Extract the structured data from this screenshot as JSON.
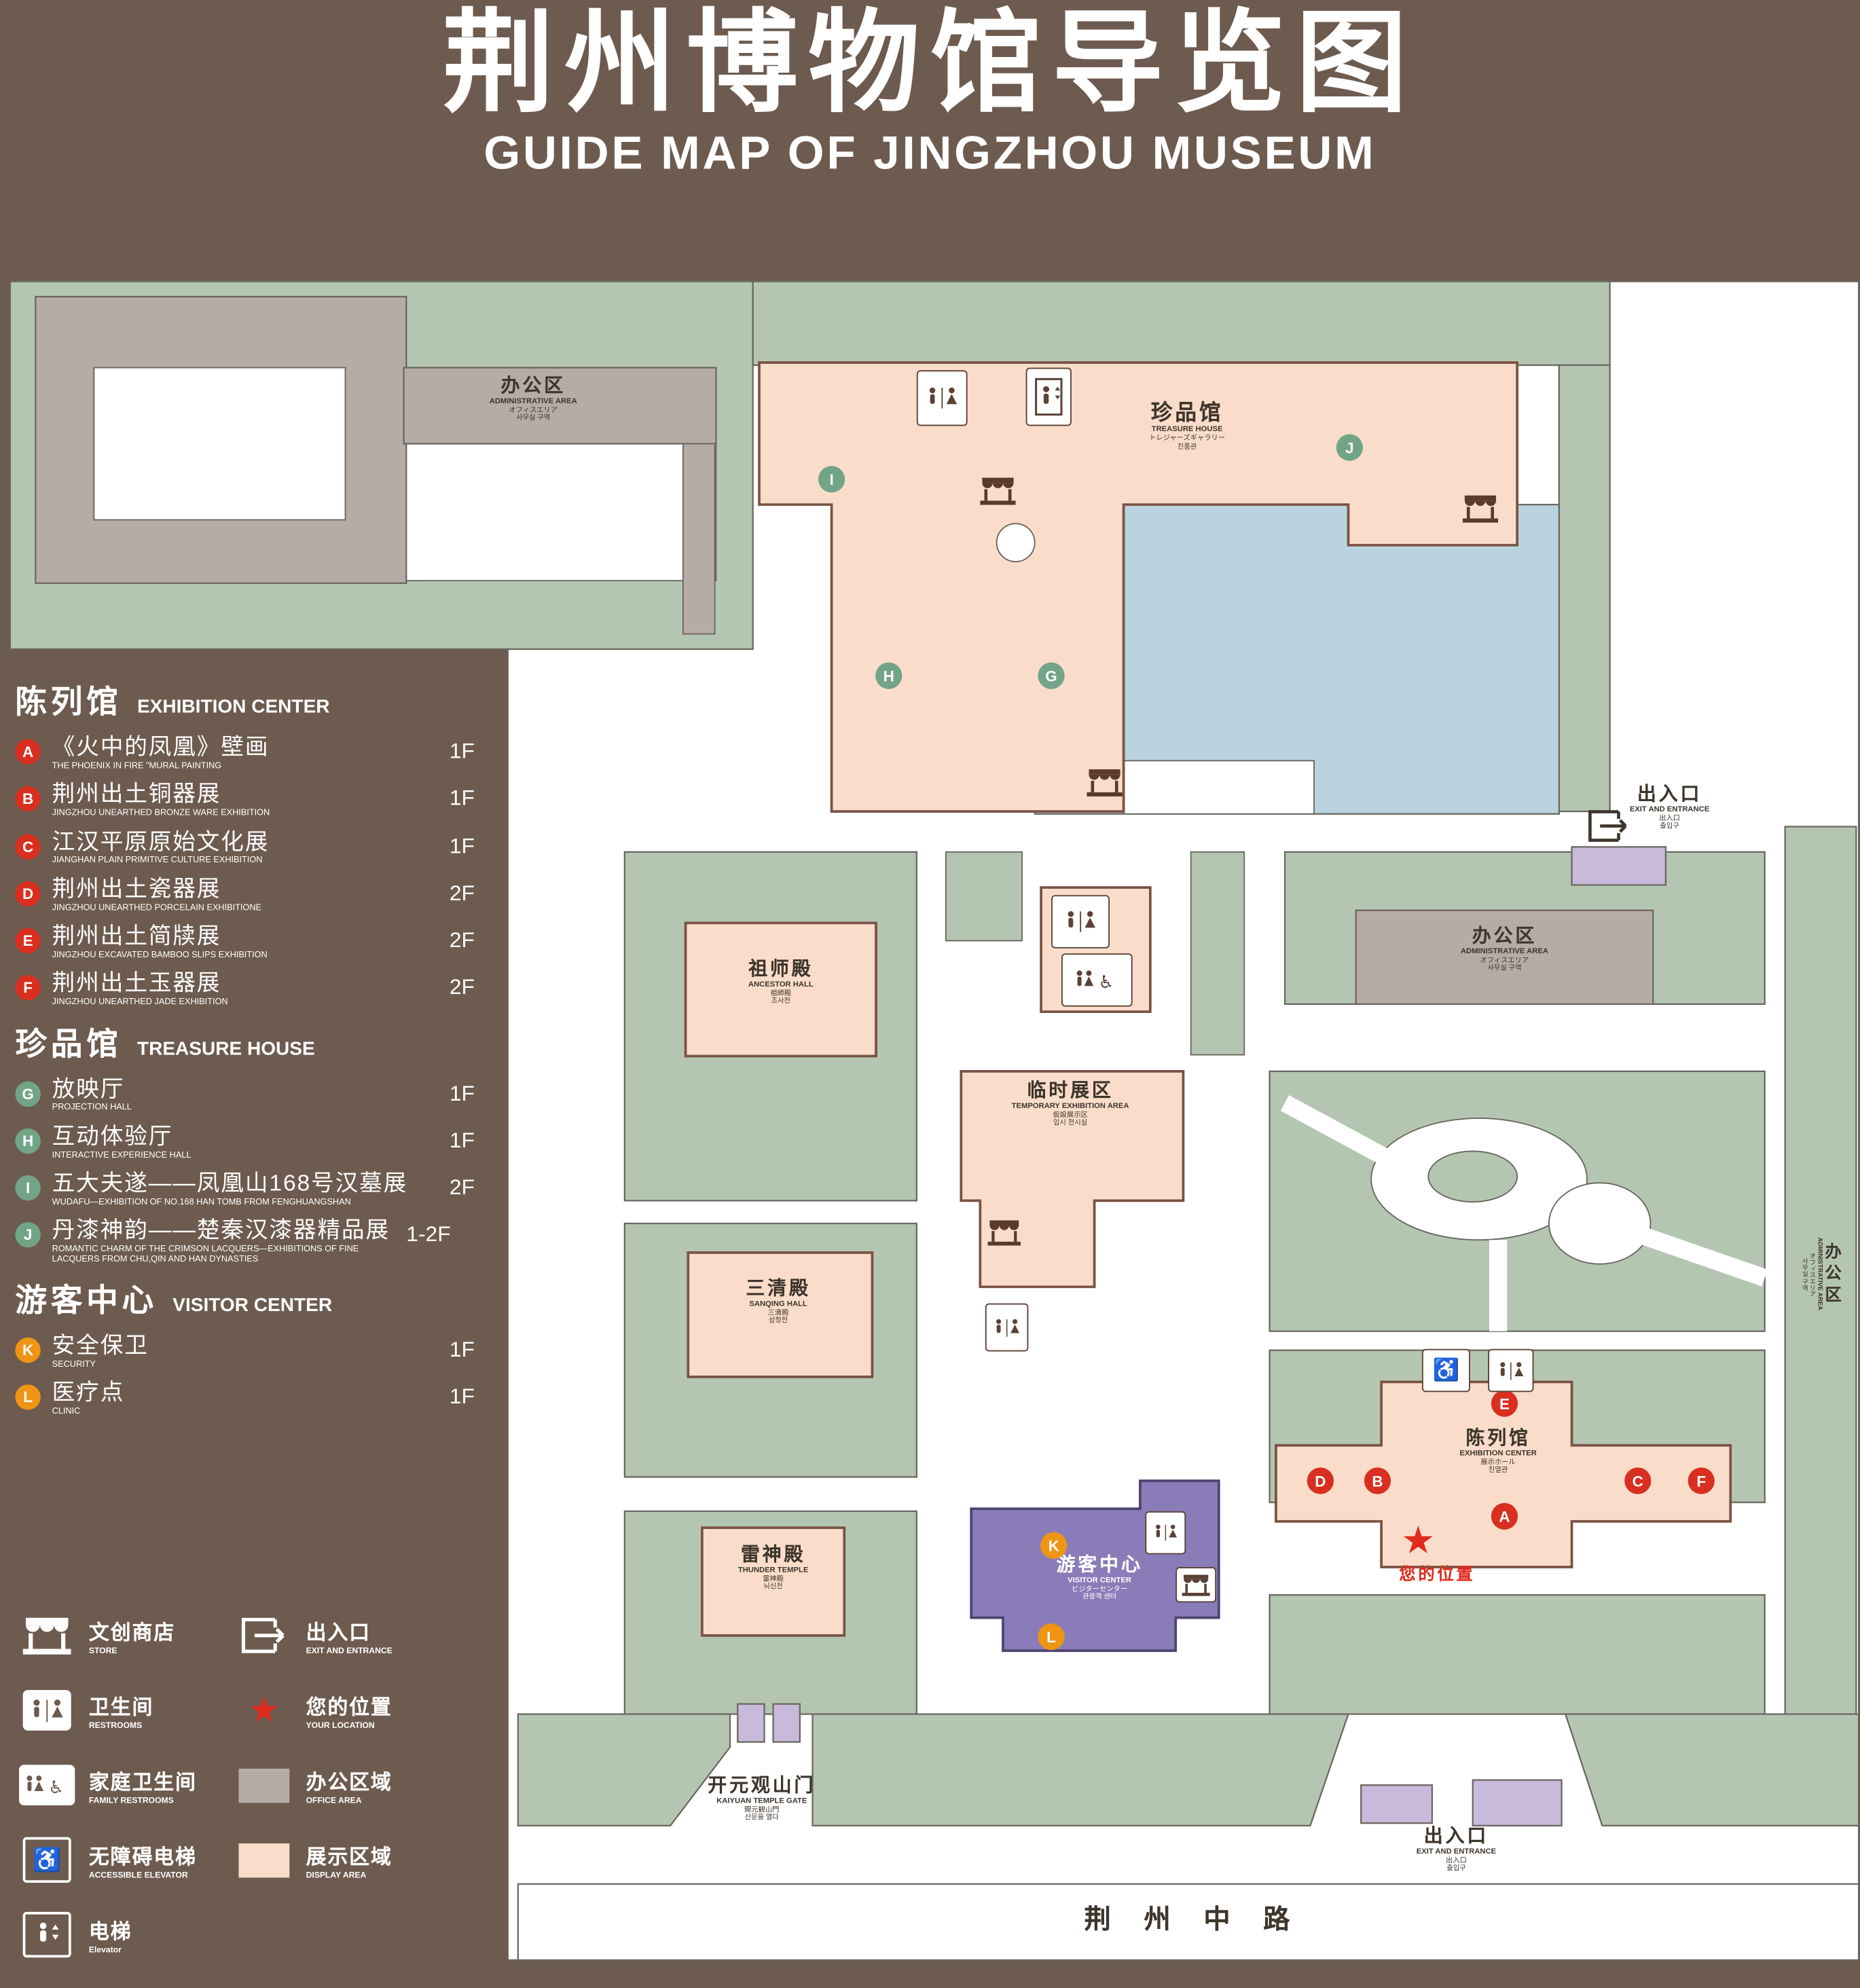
{
  "title": {
    "zh": "荆州博物馆导览图",
    "en": "GUIDE MAP OF JINGZHOU MUSEUM"
  },
  "colors": {
    "background": "#6d5b4f",
    "green": "#b4c6b2",
    "display": "#f9ddca",
    "office": "#b5aca6",
    "water": "#b9d3df",
    "visitor": "#8a7cb8",
    "entrance": "#c9badb",
    "marker_red": "#d92f21",
    "marker_green": "#72a488",
    "marker_orange": "#ef9413",
    "location_red": "#e02b1d"
  },
  "legend": {
    "sections": [
      {
        "zh": "陈列馆",
        "en": "EXHIBITION CENTER",
        "items": [
          {
            "letter": "A",
            "zh": "《火中的凤凰》壁画",
            "en": "THE PHOENIX IN FIRE \"MURAL PAINTING",
            "floor": "1F"
          },
          {
            "letter": "B",
            "zh": "荆州出土铜器展",
            "en": "JINGZHOU UNEARTHED BRONZE WARE EXHIBITION",
            "floor": "1F"
          },
          {
            "letter": "C",
            "zh": "江汉平原原始文化展",
            "en": "JIANGHAN PLAIN PRIMITIVE CULTURE EXHIBITION",
            "floor": "1F"
          },
          {
            "letter": "D",
            "zh": "荆州出土瓷器展",
            "en": "JINGZHOU UNEARTHED PORCELAIN EXHIBITIONE",
            "floor": "2F"
          },
          {
            "letter": "E",
            "zh": "荆州出土简牍展",
            "en": "JINGZHOU EXCAVATED BAMBOO SLIPS EXHIBITION",
            "floor": "2F"
          },
          {
            "letter": "F",
            "zh": "荆州出土玉器展",
            "en": "JINGZHOU UNEARTHED JADE EXHIBITION",
            "floor": "2F"
          }
        ]
      },
      {
        "zh": "珍品馆",
        "en": "TREASURE HOUSE",
        "items": [
          {
            "letter": "G",
            "zh": "放映厅",
            "en": "PROJECTION HALL",
            "floor": "1F"
          },
          {
            "letter": "H",
            "zh": "互动体验厅",
            "en": "INTERACTIVE EXPERIENCE HALL",
            "floor": "1F"
          },
          {
            "letter": "I",
            "zh": "五大夫遂——凤凰山168号汉墓展",
            "en": "WUDAFU—EXHIBITION OF NO.168 HAN TOMB FROM FENGHUANGSHAN",
            "floor": "2F"
          },
          {
            "letter": "J",
            "zh": "丹漆神韵——楚秦汉漆器精品展",
            "en": "ROMANTIC CHARM OF THE CRIMSON LACQUERS—EXHIBITIONS OF FINE LACQUERS FROM CHU,QIN AND HAN DYNASTIES",
            "floor": "1-2F"
          }
        ]
      },
      {
        "zh": "游客中心",
        "en": "VISITOR CENTER",
        "items": [
          {
            "letter": "K",
            "zh": "安全保卫",
            "en": "SECURITY",
            "floor": "1F"
          },
          {
            "letter": "L",
            "zh": "医疗点",
            "en": "CLINIC",
            "floor": "1F"
          }
        ]
      }
    ],
    "symbols": [
      {
        "zh": "文创商店",
        "en": "STORE"
      },
      {
        "zh": "卫生间",
        "en": "RESTROOMS"
      },
      {
        "zh": "家庭卫生间",
        "en": "FAMILY RESTROOMS"
      },
      {
        "zh": "无障碍电梯",
        "en": "ACCESSIBLE ELEVATOR"
      },
      {
        "zh": "电梯",
        "en": "Elevator"
      },
      {
        "zh": "出入口",
        "en": "EXIT AND ENTRANCE"
      },
      {
        "zh": "您的位置",
        "en": "YOUR LOCATION"
      },
      {
        "zh": "办公区域",
        "en": "OFFICE AREA"
      },
      {
        "zh": "展示区域",
        "en": "DISPLAY AREA"
      }
    ]
  },
  "map": {
    "labels": {
      "admin_top": {
        "zh": "办公区",
        "en": "ADMINISTRATIVE AREA",
        "jp": "オフィスエリア",
        "kr": "사무실 구역"
      },
      "treasure": {
        "zh": "珍品馆",
        "en": "TREASURE HOUSE",
        "jp": "トレジャーズギャラリー",
        "kr": "진품관"
      },
      "exit_right": {
        "zh": "出入口",
        "en": "EXIT AND ENTRANCE",
        "jp": "出入口",
        "kr": "출입구"
      },
      "ancestor": {
        "zh": "祖师殿",
        "en": "ANCESTOR HALL",
        "jp": "祖師殿",
        "kr": "조사전"
      },
      "admin_mid": {
        "zh": "办公区",
        "en": "ADMINISTRATIVE AREA",
        "jp": "オフィスエリア",
        "kr": "사무실 구역"
      },
      "temporary": {
        "zh": "临时展区",
        "en": "TEMPORARY EXHIBITION AREA",
        "jp": "仮設展示区",
        "kr": "임시 전시실"
      },
      "sanqing": {
        "zh": "三清殿",
        "en": "SANQING HALL",
        "jp": "三清殿",
        "kr": "삼청전"
      },
      "thunder": {
        "zh": "雷神殿",
        "en": "THUNDER TEMPLE",
        "jp": "雷神殿",
        "kr": "뇌신전"
      },
      "visitor": {
        "zh": "游客中心",
        "en": "VISITOR CENTER",
        "jp": "ビジターセンター",
        "kr": "관광객 센터"
      },
      "exhibition": {
        "zh": "陈列馆",
        "en": "EXHIBITION CENTER",
        "jp": "展示ホール",
        "kr": "진열관"
      },
      "your_location": {
        "zh": "您的位置"
      },
      "gate": {
        "zh": "开元观山门",
        "en": "KAIYUAN TEMPLE GATE",
        "jp": "開元観山門",
        "kr": "산문을 열다"
      },
      "exit_bottom": {
        "zh": "出入口",
        "en": "EXIT AND ENTRANCE",
        "jp": "出入口",
        "kr": "출입구"
      },
      "admin_right": {
        "zh": "办公区",
        "en": "ADMINISTRATIVE AREA",
        "jp": "オフィスエリア",
        "kr": "사무실 구역"
      },
      "road": {
        "zh": "荆州中路"
      }
    },
    "markers": [
      "A",
      "B",
      "C",
      "D",
      "E",
      "F",
      "G",
      "H",
      "I",
      "J",
      "K",
      "L"
    ]
  }
}
